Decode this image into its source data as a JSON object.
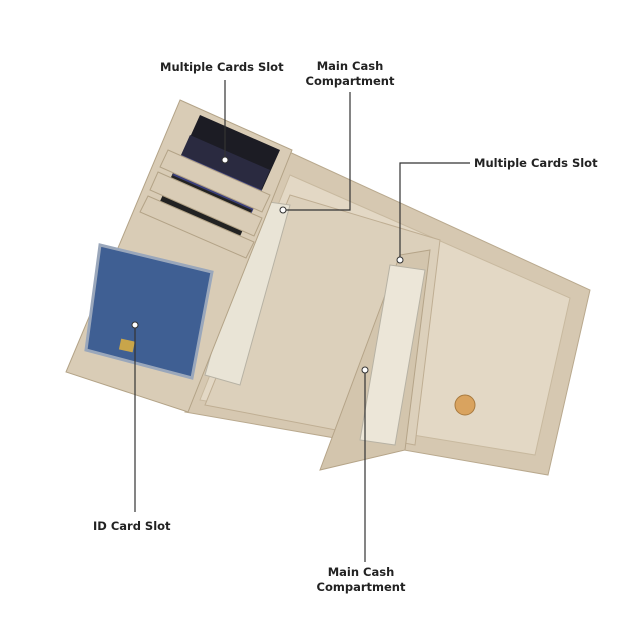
{
  "labels": {
    "cards_top": "Multiple Cards Slot",
    "cash_top_line1": "Main Cash",
    "cash_top_line2": "Compartment",
    "cards_right": "Multiple Cards Slot",
    "id_card": "ID Card Slot",
    "cash_bottom_line1": "Main Cash",
    "cash_bottom_line2": "Compartment"
  },
  "colors": {
    "beige": "#d9ccb6",
    "beige_light": "#e6dccb",
    "beige_dark": "#c2b399",
    "leader": "#333333",
    "button": "#d9a35f"
  }
}
